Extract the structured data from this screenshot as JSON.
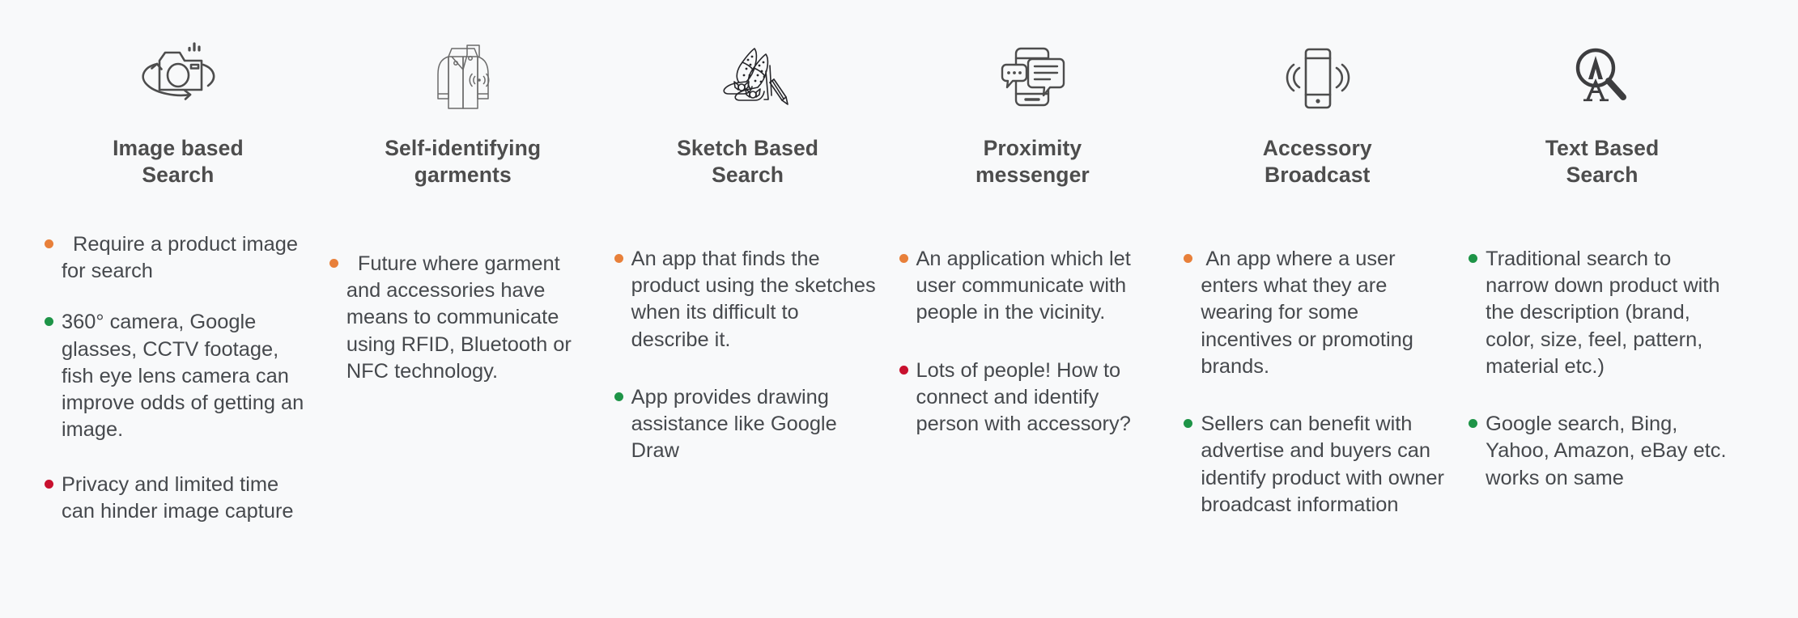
{
  "canvas": {
    "background": "#f8f9fa",
    "text_color": "#46494d",
    "heading_color": "#4d4d4d",
    "icon_stroke": "#4d4d4d"
  },
  "bullet_colors": {
    "orange": "#e8803a",
    "green": "#1e9447",
    "red": "#c8102e"
  },
  "columns": [
    {
      "icon": "camera-360-icon",
      "heading": "Image based\nSearch",
      "bullets": [
        {
          "color": "orange",
          "text": "Require a product image for search"
        },
        {
          "color": "green",
          "text": "360° camera, Google glasses,  CCTV footage, fish eye lens camera   can improve odds of getting an image."
        },
        {
          "color": "red",
          "text": "Privacy and limited time can hinder image capture"
        }
      ]
    },
    {
      "icon": "smart-garment-icon",
      "heading": "Self-identifying\ngarments",
      "bullets": [
        {
          "color": "orange",
          "text": "Future where garment and accessories have means to communicate using RFID, Bluetooth or NFC technology."
        }
      ]
    },
    {
      "icon": "sketch-shoes-pencil-icon",
      "heading": "Sketch Based\nSearch",
      "bullets": [
        {
          "color": "orange",
          "text": "An app that finds the product using the sketches when its difficult to describe it."
        },
        {
          "color": "green",
          "text": "App provides drawing assistance like Google Draw"
        }
      ]
    },
    {
      "icon": "phone-chat-bubbles-icon",
      "heading": "Proximity\nmessenger",
      "bullets": [
        {
          "color": "orange",
          "text": "An application which let user communicate with people in the vicinity."
        },
        {
          "color": "red",
          "text": "Lots of people! How to connect and identify person with accessory?"
        }
      ]
    },
    {
      "icon": "phone-broadcast-icon",
      "heading": "Accessory\nBroadcast",
      "bullets": [
        {
          "color": "orange",
          "text": "An app where a user enters what they are wearing for some incentives or promoting brands."
        },
        {
          "color": "green",
          "text": "Sellers can benefit with advertise and buyers can identify product with owner broadcast information"
        }
      ]
    },
    {
      "icon": "magnifier-letter-a-icon",
      "heading": "Text Based\nSearch",
      "bullets": [
        {
          "color": "green",
          "text": "Traditional search to narrow down product with the description (brand, color, size, feel, pattern, material etc.)"
        },
        {
          "color": "green",
          "text": "Google search, Bing, Yahoo, Amazon, eBay etc. works on same"
        }
      ]
    }
  ]
}
